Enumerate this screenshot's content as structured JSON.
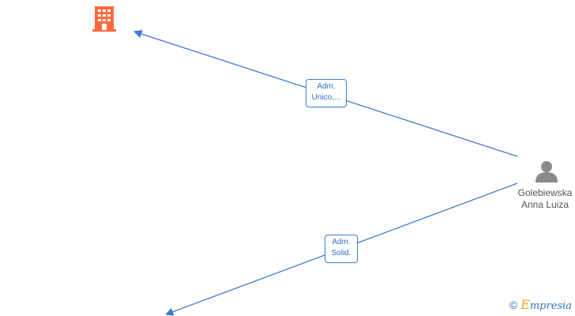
{
  "nodes": {
    "company": {
      "icon": "building-icon",
      "color": "#ff6a3d"
    },
    "person": {
      "icon": "person-icon",
      "color": "#8a8a8a",
      "name_line1": "Golebiewska",
      "name_line2": "Anna Luiza"
    }
  },
  "edges": [
    {
      "label_line1": "Adm.",
      "label_line2": "Unico,..."
    },
    {
      "label_line1": "Adm.",
      "label_line2": "Solid."
    }
  ],
  "colors": {
    "edge": "#3a7bd5"
  },
  "watermark": {
    "copyright": "©",
    "brand_initial": "E",
    "brand_rest": "mpresia"
  }
}
